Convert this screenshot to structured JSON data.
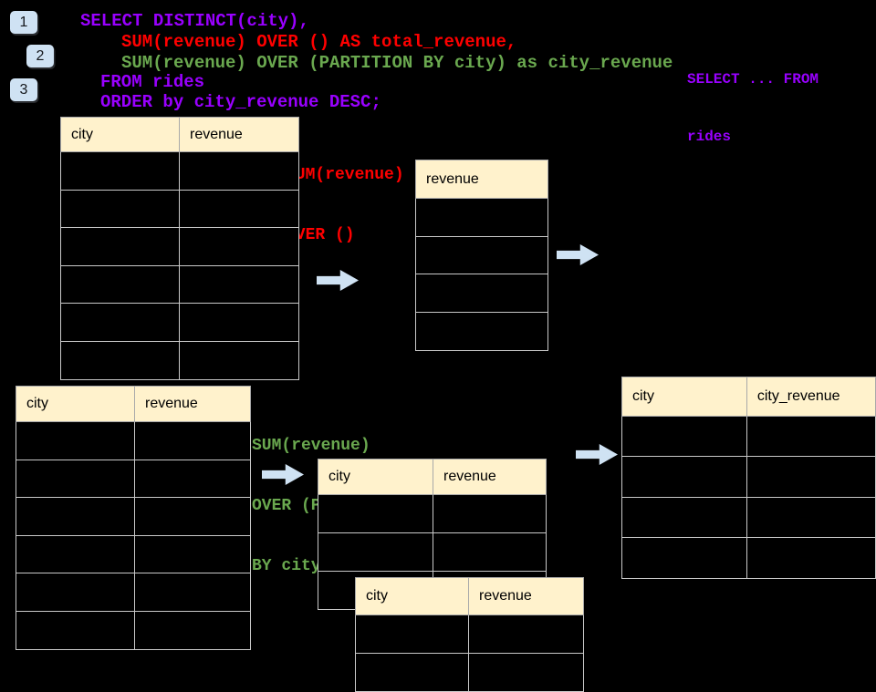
{
  "colors": {
    "background": "#000000",
    "purple": "#9900ff",
    "red": "#ff0000",
    "green": "#6aa84f",
    "header_fill": "#fff2cc",
    "table_border": "#c9c9c9",
    "badge_fill": "#cfe2f3",
    "arrow_fill": "#cfe2f3"
  },
  "steps": {
    "one": "1",
    "two": "2",
    "three": "3"
  },
  "sql": {
    "lines": [
      {
        "text": "SELECT DISTINCT(city),"
      },
      {
        "text": "SUM(revenue) OVER () AS total_revenue,"
      },
      {
        "text": "SUM(revenue) OVER (PARTITION BY city) as city_revenue"
      },
      {
        "text": "FROM rides"
      },
      {
        "text": "ORDER by city_revenue DESC;"
      }
    ]
  },
  "side_note": {
    "lines": [
      "SELECT ... FROM",
      "rides"
    ]
  },
  "annotations": {
    "total": {
      "lines": [
        "SUM(revenue)",
        "OVER ()"
      ]
    },
    "partition": {
      "lines": [
        "SUM(revenue)",
        "OVER (PARTITION",
        "BY city)"
      ]
    }
  },
  "tables": {
    "source_top": {
      "headers": [
        "city",
        "revenue"
      ],
      "row_count": 6
    },
    "total_result": {
      "headers": [
        "revenue"
      ],
      "row_count": 4
    },
    "source_bottom": {
      "headers": [
        "city",
        "revenue"
      ],
      "row_count": 6
    },
    "partition_1": {
      "headers": [
        "city",
        "revenue"
      ],
      "row_count": 3
    },
    "partition_2": {
      "headers": [
        "city",
        "revenue"
      ],
      "row_count": 2
    },
    "city_result": {
      "headers": [
        "city",
        "city_revenue"
      ],
      "row_count": 4
    }
  },
  "icons": {
    "arrow": "right-arrow"
  }
}
